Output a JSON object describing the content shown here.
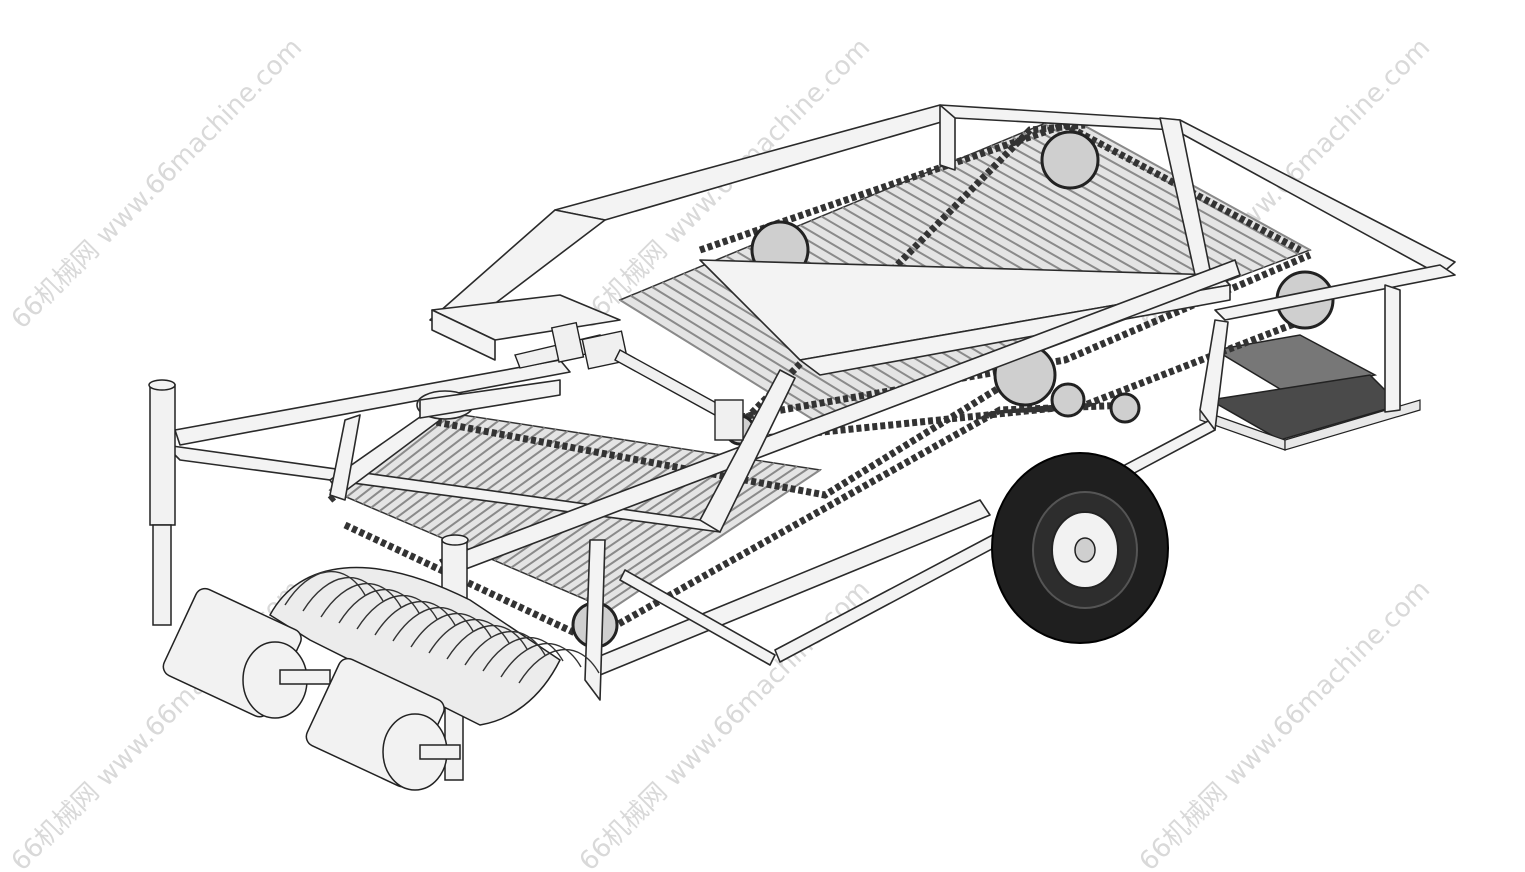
{
  "watermark": {
    "text": "66机械网 www.66machine.com",
    "color": "#d6d6d6"
  },
  "colors": {
    "background": "#ffffff",
    "frame_fill": "#f2f2f2",
    "frame_shade": "#dcdcdc",
    "outline": "#2a2a2a",
    "chain": "#3a3a3a",
    "tire": "#1c1c1c",
    "mesh": "#555555"
  },
  "components": [
    "main-frame",
    "front-digging-shovel",
    "depth-rollers",
    "lower-elevator-conveyor",
    "upper-separating-conveyor",
    "drive-chain",
    "ground-wheel",
    "rear-discharge-screen",
    "hitch-mount",
    "hydraulic-cylinder"
  ]
}
